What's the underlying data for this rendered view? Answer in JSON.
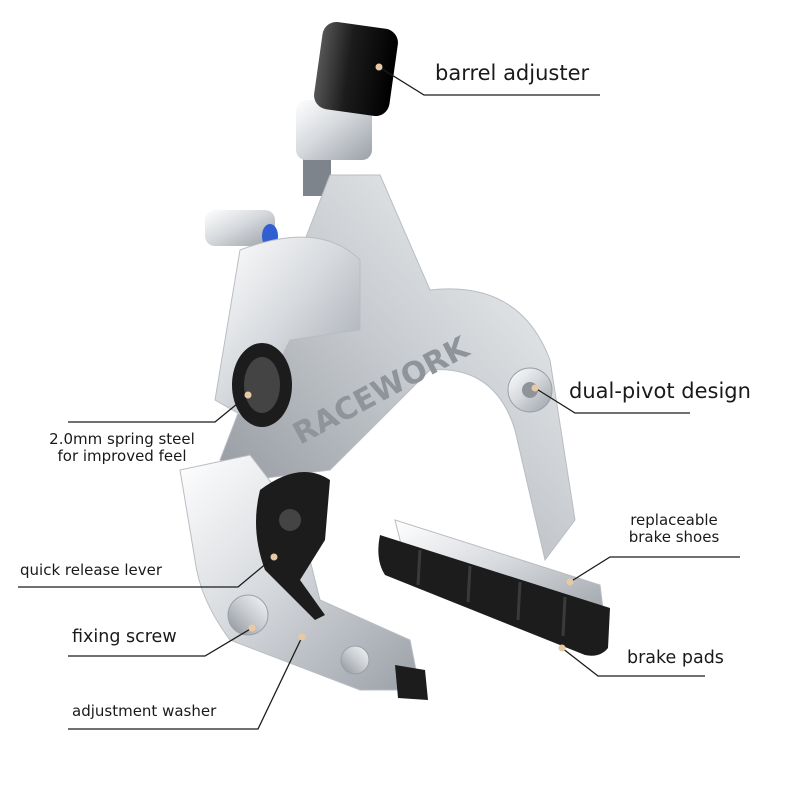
{
  "brand": "RACEWORK",
  "colors": {
    "dot": "#e8c9a3",
    "leader": "#1a1a1a",
    "metal_light": "#f3f4f6",
    "metal_mid": "#c9ccd1",
    "metal_dark": "#8f949b",
    "rubber": "#1c1c1c",
    "accent_blue": "#2f5fd0"
  },
  "callouts": {
    "barrel_adjuster": "barrel adjuster",
    "dual_pivot": "dual-pivot design",
    "spring_steel_line1": "2.0mm spring steel",
    "spring_steel_line2": "for improved feel",
    "replaceable_line1": "replaceable",
    "replaceable_line2": "brake shoes",
    "quick_release": "quick release lever",
    "fixing_screw": "fixing screw",
    "brake_pads": "brake pads",
    "adjustment_washer": "adjustment washer"
  }
}
